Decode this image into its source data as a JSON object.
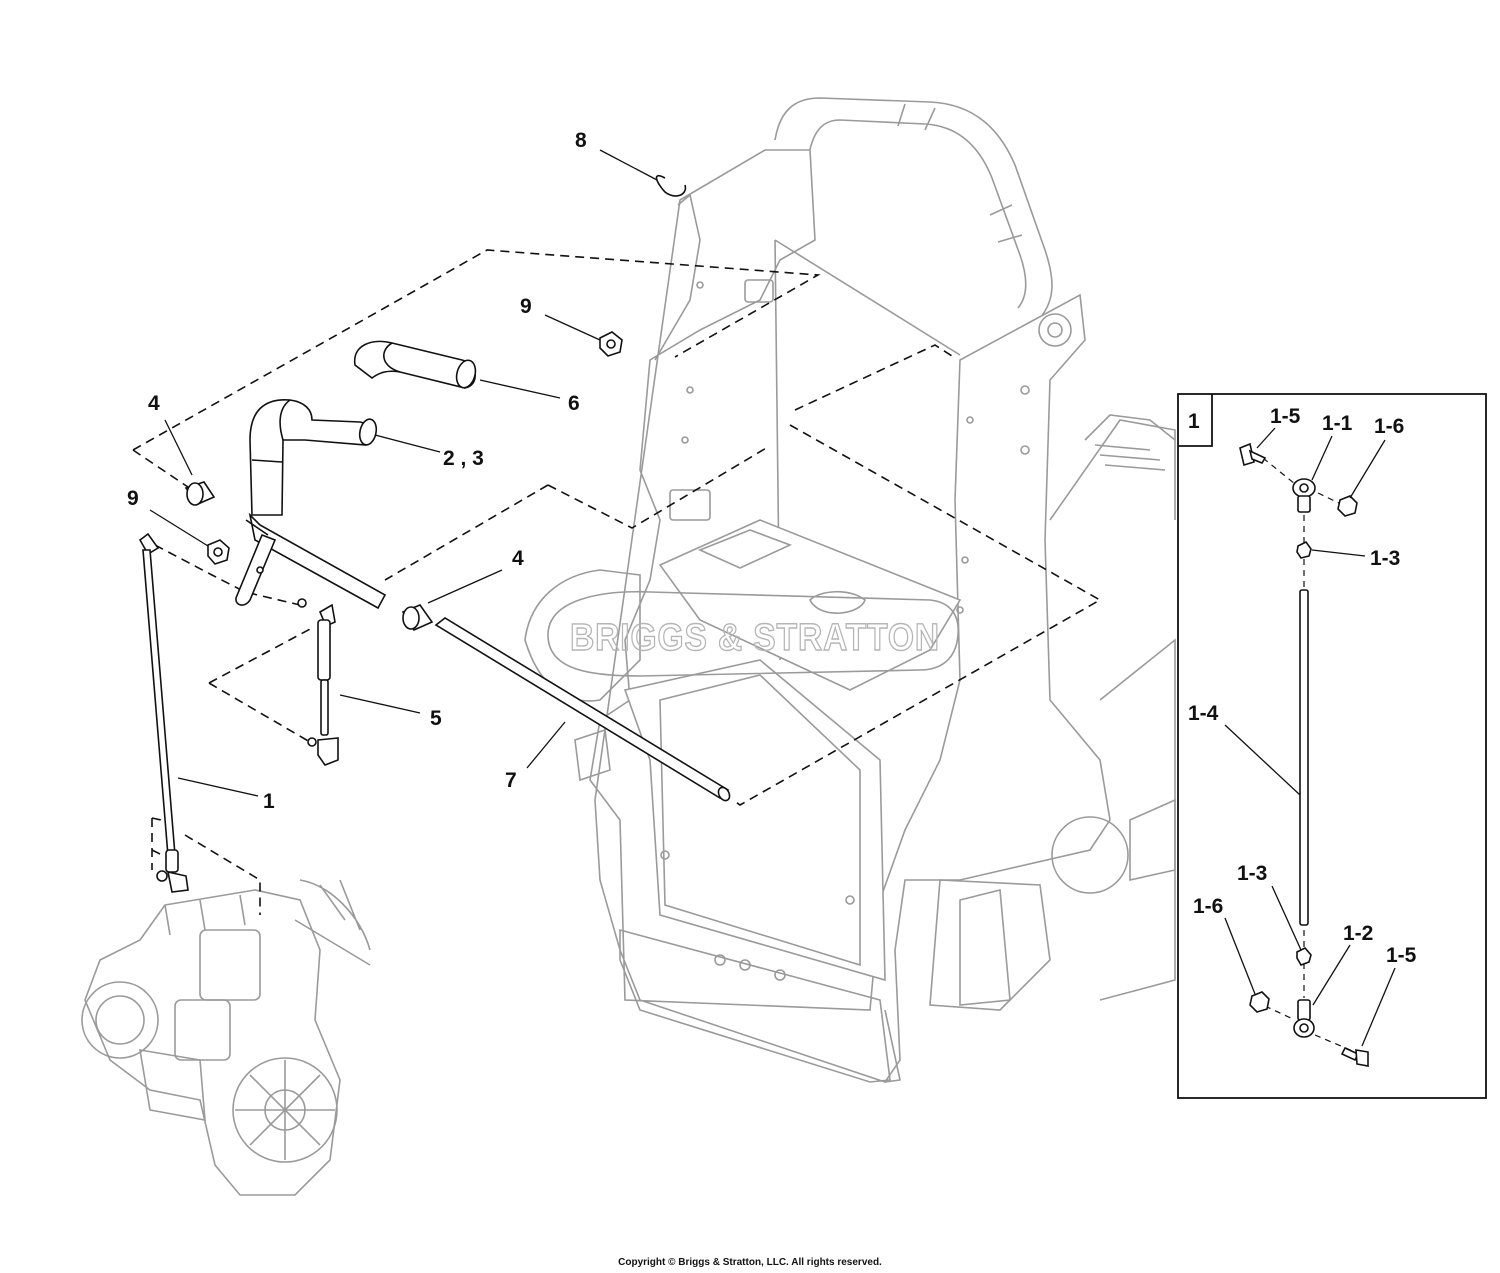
{
  "watermark": "BRIGGS & STRATTON",
  "callouts": {
    "c1": "1",
    "c23": "2 , 3",
    "c4a": "4",
    "c4b": "4",
    "c5": "5",
    "c6": "6",
    "c7": "7",
    "c8": "8",
    "c9a": "9",
    "c9b": "9"
  },
  "inset": {
    "number": "1",
    "labels": {
      "l11": "1-1",
      "l12": "1-2",
      "l13a": "1-3",
      "l13b": "1-3",
      "l14": "1-4",
      "l15a": "1-5",
      "l15b": "1-5",
      "l16a": "1-6",
      "l16b": "1-6"
    }
  },
  "footer": "Copyright © Briggs & Stratton, LLC. All rights reserved."
}
